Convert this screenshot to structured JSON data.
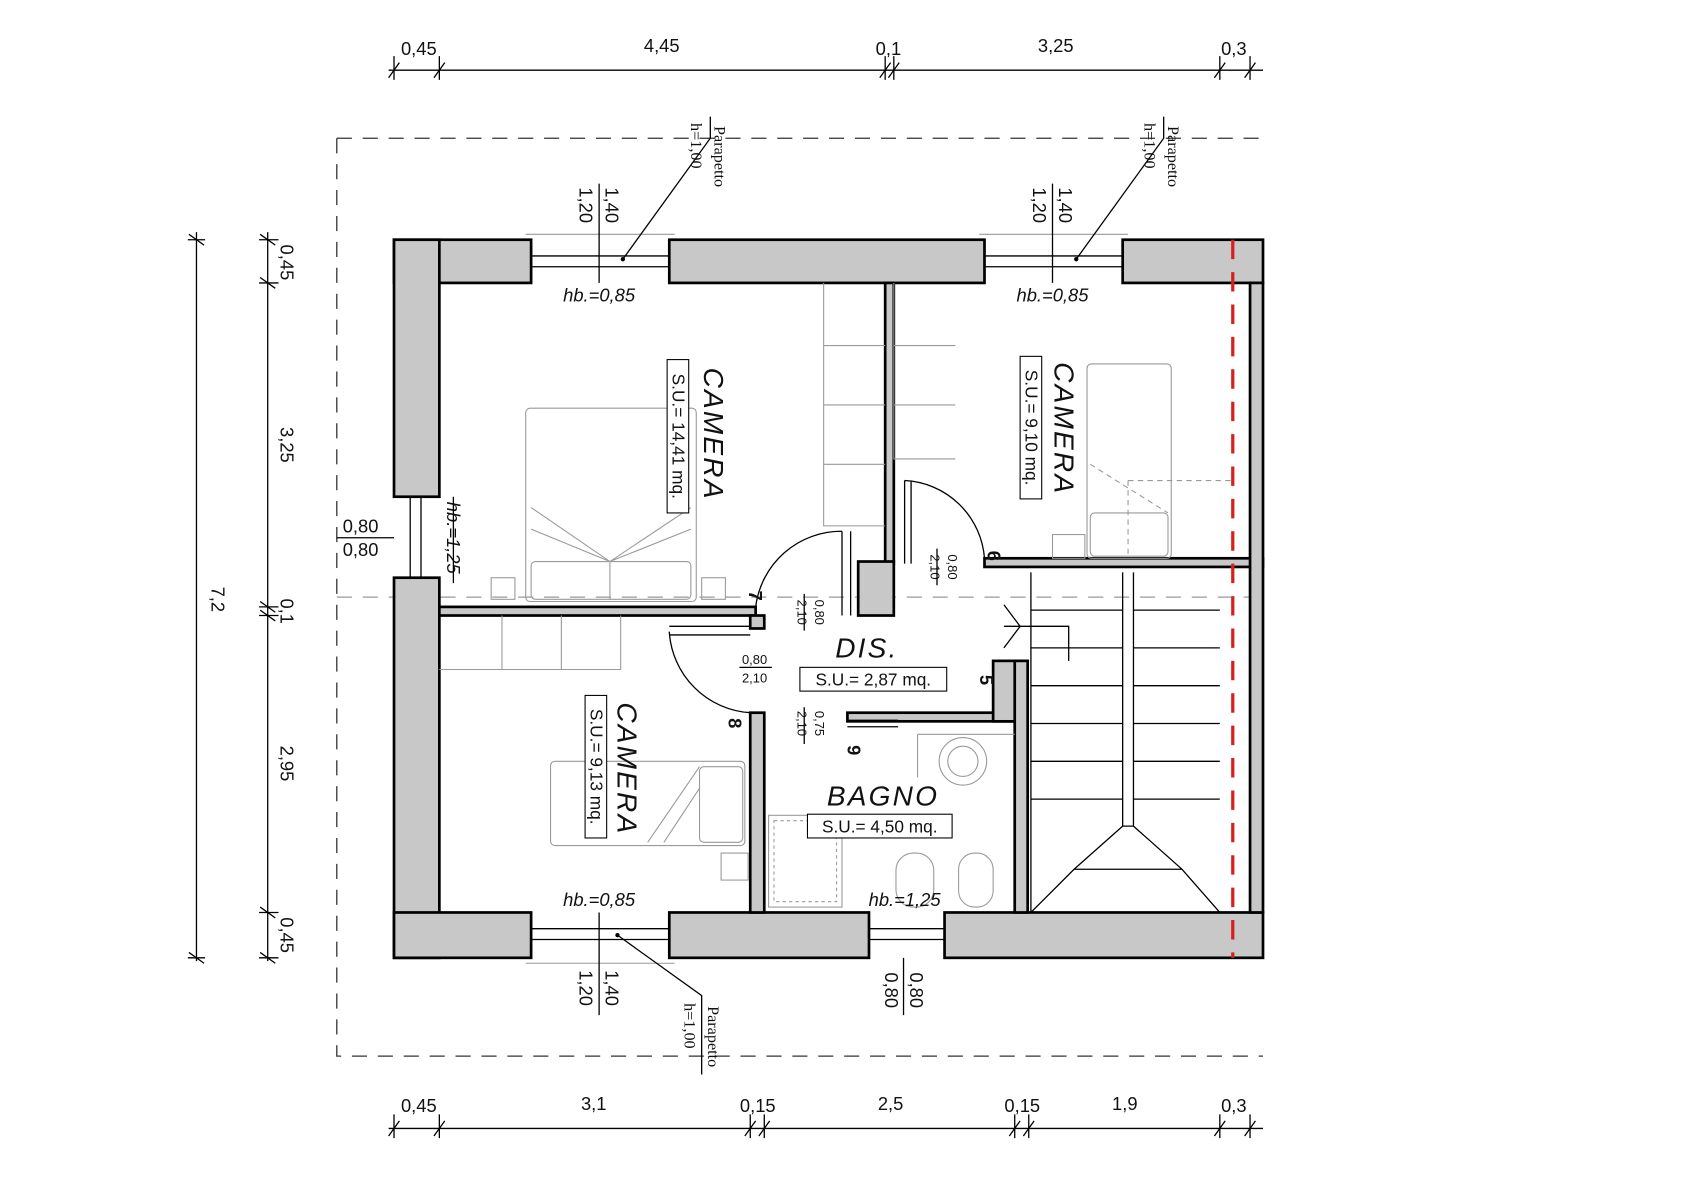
{
  "dimensions": {
    "top": [
      "0,45",
      "4,45",
      "0,1",
      "3,25",
      "0,3"
    ],
    "bottom": [
      "0,45",
      "3,1",
      "0,15",
      "2,5",
      "0,15",
      "1,9",
      "0,3"
    ],
    "left": [
      "0,45",
      "3,25",
      "0,1",
      "2,95",
      "0,45"
    ],
    "total_height": "7,2"
  },
  "rooms": [
    {
      "name": "CAMERA",
      "area": "S.U.= 14,41 mq."
    },
    {
      "name": "CAMERA",
      "area": "S.U.= 9,10 mq."
    },
    {
      "name": "CAMERA",
      "area": "S.U.= 9,13 mq."
    },
    {
      "name": "DIS.",
      "area": "S.U.= 2,87 mq."
    },
    {
      "name": "BAGNO",
      "area": "S.U.= 4,50 mq."
    }
  ],
  "windows": {
    "sill_085": "hb.=0,85",
    "sill_125": "hb.=1,25",
    "w_width": "1,40",
    "w_height": "1,20",
    "small_width": "0,80",
    "small_height": "0,80",
    "parapet": "Parapetto",
    "parapet_h": "h=1,00"
  },
  "doors": {
    "w080": "0,80",
    "w075": "0,75",
    "h210": "2,10",
    "numbers": [
      "5",
      "6",
      "7",
      "8",
      "9"
    ]
  },
  "colors": {
    "wall": "#c8c8c8",
    "boundary": "#d62020"
  }
}
